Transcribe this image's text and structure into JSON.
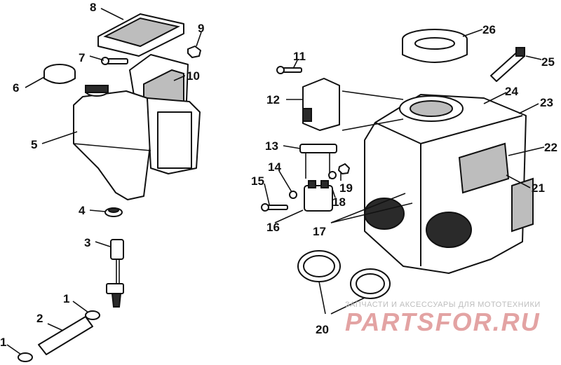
{
  "callouts": {
    "c1a": "1",
    "c1b": "1",
    "c2": "2",
    "c3": "3",
    "c4": "4",
    "c5": "5",
    "c6": "6",
    "c7": "7",
    "c8": "8",
    "c9": "9",
    "c10": "10",
    "c11": "11",
    "c12": "12",
    "c13": "13",
    "c14": "14",
    "c15": "15",
    "c16": "16",
    "c17": "17",
    "c18": "18",
    "c19": "19",
    "c20": "20",
    "c21": "21",
    "c22": "22",
    "c23": "23",
    "c24": "24",
    "c25": "25",
    "c26": "26"
  },
  "watermark": {
    "tagline": "ЗАПЧАСТИ И АКСЕССУАРЫ ДЛЯ МОТОТЕХНИКИ",
    "logo": "PARTSFOR.RU"
  }
}
